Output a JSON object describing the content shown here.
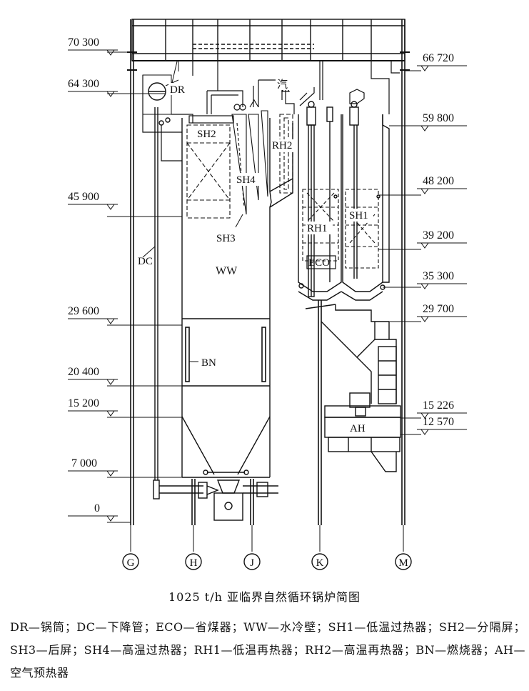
{
  "diagram": {
    "elevations_left": [
      "70 300",
      "64 300",
      "45 900",
      "29 600",
      "20 400",
      "15 200",
      "7 000",
      "0"
    ],
    "elevations_right": [
      "66 720",
      "59 800",
      "48 200",
      "39 200",
      "35 300",
      "29 700",
      "15 226",
      "12 570"
    ],
    "labels": {
      "dr": "DR",
      "steam": "汽",
      "sh2": "SH2",
      "rh2": "RH2",
      "sh4": "SH4",
      "sh3": "SH3",
      "sh1": "SH1",
      "rh1": "RH1",
      "eco": "ECO",
      "dc": "DC",
      "ww": "WW",
      "bn": "BN",
      "ah": "AH"
    },
    "columns": [
      "G",
      "H",
      "J",
      "K",
      "M"
    ]
  },
  "caption": "1025 t/h 亚临界自然循环锅炉简图",
  "legend": "DR—锅筒；DC—下降管；ECO—省煤器；WW—水冷壁；SH1—低温过热器；SH2—分隔屏；SH3—后屏；SH4—高温过热器；RH1—低温再热器；RH2—高温再热器；BN—燃烧器；AH—空气预热器"
}
